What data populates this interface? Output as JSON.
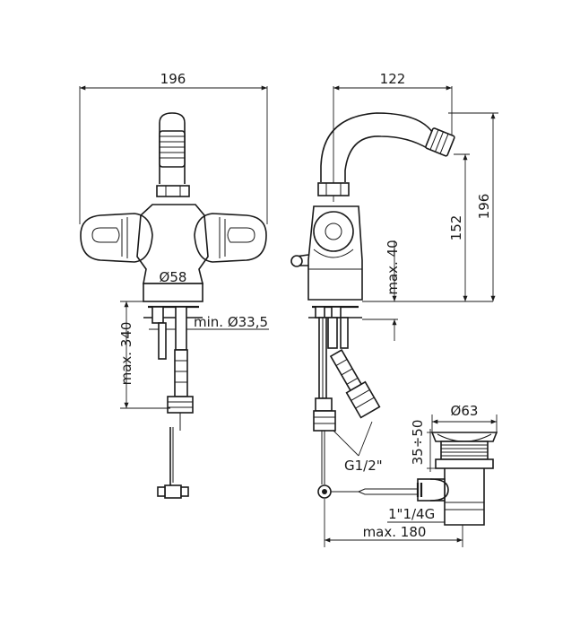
{
  "front_view": {
    "width_label": "196",
    "base_diameter_label": "Ø58",
    "hole_diameter_label": "min. Ø33,5",
    "hose_length_label": "max. 340"
  },
  "side_view": {
    "reach_label": "122",
    "spout_height_label": "152",
    "total_height_label": "196",
    "deck_thickness_label": "max. 40",
    "connection_label": "G1/2\""
  },
  "waste": {
    "diameter_label": "Ø63",
    "range_label": "35÷50",
    "thread_label": "1\"1/4G",
    "rod_length_label": "max. 180"
  }
}
